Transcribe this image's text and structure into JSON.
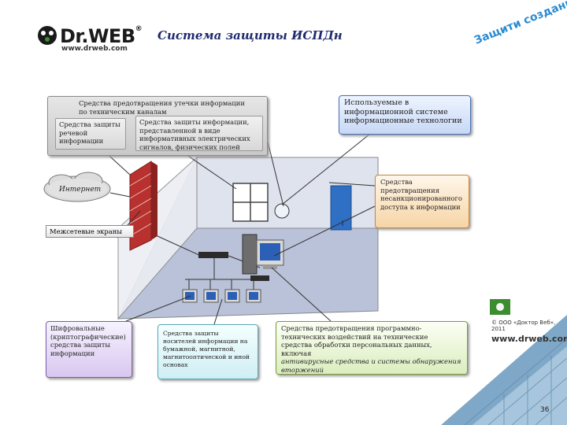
{
  "logo": {
    "name": "Dr.WEB",
    "reg": "®",
    "url": "www.drweb.com"
  },
  "title": "Система защиты ИСПДн",
  "slogan": "Защити созданное",
  "leak_channels": {
    "title_line1": "Средства предотвращения утечки информации",
    "title_line2": "по техническим каналам",
    "speech": "Средства защиты речевой информации",
    "signals": "Средства защиты информации, представленной в виде информативных электрических сигналов, физических полей"
  },
  "info_tech": "Используемые в информационной системе информационные технологии",
  "unauthorized_access": "Средства предотвращения несанкционированного доступа к информации",
  "internet": "Интернет",
  "firewalls": "Межсетевые экраны",
  "crypto": "Шифровальные (криптографические) средства защиты информации",
  "media": "Средства защиты носителей информации на бумажной, магнитной, магнитооптической и иной основах",
  "software_tech": {
    "line1": "Средства предотвращения программно-",
    "line2": "технических воздействий на технические",
    "line3": "средства обработки персональных данных, включая",
    "line4": "антивирусные средства и системы обнаружения",
    "line5": "вторжений"
  },
  "copyright": "© ООО «Доктор Веб», 2011",
  "site": "www.drweb.com",
  "page_number": "36",
  "colors": {
    "title": "#1f2a6e",
    "slogan": "#2b8bd0",
    "room_floor": "#b9c2d8",
    "room_wall": "#dfe3ee",
    "brick": "#b8312f",
    "door": "#2f6fc4"
  }
}
